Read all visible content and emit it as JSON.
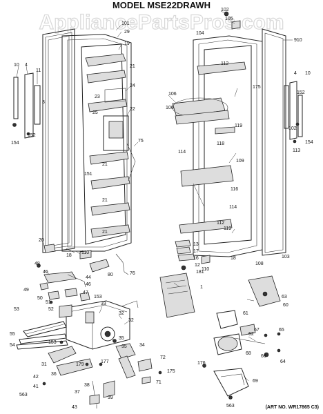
{
  "title": "MODEL MSE22DRAWH",
  "watermark": "AppliancePartsPros.com",
  "art_number": "(ART NO. WR17865 C3)",
  "callouts": [
    {
      "id": "c102",
      "label": "102"
    },
    {
      "id": "c105",
      "label": "105"
    },
    {
      "id": "c101",
      "label": "101"
    },
    {
      "id": "c29",
      "label": "29"
    },
    {
      "id": "c19",
      "label": "19"
    },
    {
      "id": "c104",
      "label": "104"
    },
    {
      "id": "c910",
      "label": "910"
    },
    {
      "id": "c10a",
      "label": "10"
    },
    {
      "id": "c4a",
      "label": "4"
    },
    {
      "id": "c11",
      "label": "11"
    },
    {
      "id": "c3",
      "label": "3"
    },
    {
      "id": "c154a",
      "label": "154"
    },
    {
      "id": "c152a",
      "label": "152"
    },
    {
      "id": "c21a",
      "label": "21"
    },
    {
      "id": "c24",
      "label": "24"
    },
    {
      "id": "c23",
      "label": "23"
    },
    {
      "id": "c25",
      "label": "25"
    },
    {
      "id": "c22",
      "label": "22"
    },
    {
      "id": "c75",
      "label": "75"
    },
    {
      "id": "c151",
      "label": "151"
    },
    {
      "id": "c21b",
      "label": "21"
    },
    {
      "id": "c21c",
      "label": "21"
    },
    {
      "id": "c21d",
      "label": "21"
    },
    {
      "id": "c112a",
      "label": "112"
    },
    {
      "id": "c175a",
      "label": "175"
    },
    {
      "id": "c106a",
      "label": "106"
    },
    {
      "id": "c106b",
      "label": "106"
    },
    {
      "id": "c119a",
      "label": "119"
    },
    {
      "id": "c118",
      "label": "118"
    },
    {
      "id": "c114a",
      "label": "114"
    },
    {
      "id": "c109",
      "label": "109"
    },
    {
      "id": "c116",
      "label": "116"
    },
    {
      "id": "c114b",
      "label": "114"
    },
    {
      "id": "c112b",
      "label": "112"
    },
    {
      "id": "c119b",
      "label": "119"
    },
    {
      "id": "c4b",
      "label": "4"
    },
    {
      "id": "c10b",
      "label": "10"
    },
    {
      "id": "c152b",
      "label": "152"
    },
    {
      "id": "c102b",
      "label": "102"
    },
    {
      "id": "c154b",
      "label": "154"
    },
    {
      "id": "c113",
      "label": "113"
    },
    {
      "id": "c20",
      "label": "20"
    },
    {
      "id": "c18a",
      "label": "18"
    },
    {
      "id": "c110a",
      "label": "110"
    },
    {
      "id": "c13",
      "label": "13"
    },
    {
      "id": "c17",
      "label": "17"
    },
    {
      "id": "c16",
      "label": "16"
    },
    {
      "id": "c12",
      "label": "12"
    },
    {
      "id": "c181",
      "label": "181"
    },
    {
      "id": "c110b",
      "label": "110"
    },
    {
      "id": "c18b",
      "label": "18"
    },
    {
      "id": "c108",
      "label": "108"
    },
    {
      "id": "c103",
      "label": "103"
    },
    {
      "id": "c48",
      "label": "48"
    },
    {
      "id": "c45",
      "label": "45"
    },
    {
      "id": "c49",
      "label": "49"
    },
    {
      "id": "c44",
      "label": "44"
    },
    {
      "id": "c50",
      "label": "50"
    },
    {
      "id": "c46",
      "label": "46"
    },
    {
      "id": "c47",
      "label": "47"
    },
    {
      "id": "c51",
      "label": "51"
    },
    {
      "id": "c153a",
      "label": "153"
    },
    {
      "id": "c80",
      "label": "80"
    },
    {
      "id": "c76",
      "label": "76"
    },
    {
      "id": "c1",
      "label": "1"
    },
    {
      "id": "c52",
      "label": "52"
    },
    {
      "id": "c33",
      "label": "33"
    },
    {
      "id": "c32a",
      "label": "32"
    },
    {
      "id": "c53",
      "label": "53"
    },
    {
      "id": "c32b",
      "label": "32"
    },
    {
      "id": "c55",
      "label": "55"
    },
    {
      "id": "c54",
      "label": "54"
    },
    {
      "id": "c35a",
      "label": "35"
    },
    {
      "id": "c153b",
      "label": "153"
    },
    {
      "id": "c35b",
      "label": "35"
    },
    {
      "id": "c34",
      "label": "34"
    },
    {
      "id": "c31",
      "label": "31"
    },
    {
      "id": "c179",
      "label": "179"
    },
    {
      "id": "c177",
      "label": "177"
    },
    {
      "id": "c72",
      "label": "72"
    },
    {
      "id": "c36",
      "label": "36"
    },
    {
      "id": "c175b",
      "label": "175"
    },
    {
      "id": "c42",
      "label": "42"
    },
    {
      "id": "c41",
      "label": "41"
    },
    {
      "id": "c563a",
      "label": "563"
    },
    {
      "id": "c38",
      "label": "38"
    },
    {
      "id": "c71",
      "label": "71"
    },
    {
      "id": "c37",
      "label": "37"
    },
    {
      "id": "c39",
      "label": "39"
    },
    {
      "id": "c43",
      "label": "43"
    },
    {
      "id": "c61",
      "label": "61"
    },
    {
      "id": "c63",
      "label": "63"
    },
    {
      "id": "c60",
      "label": "60"
    },
    {
      "id": "c62",
      "label": "62"
    },
    {
      "id": "c67",
      "label": "67"
    },
    {
      "id": "c65",
      "label": "65"
    },
    {
      "id": "c176",
      "label": "176"
    },
    {
      "id": "c68",
      "label": "68"
    },
    {
      "id": "c66",
      "label": "66"
    },
    {
      "id": "c64",
      "label": "64"
    },
    {
      "id": "c69",
      "label": "69"
    },
    {
      "id": "c563b",
      "label": "563"
    }
  ]
}
